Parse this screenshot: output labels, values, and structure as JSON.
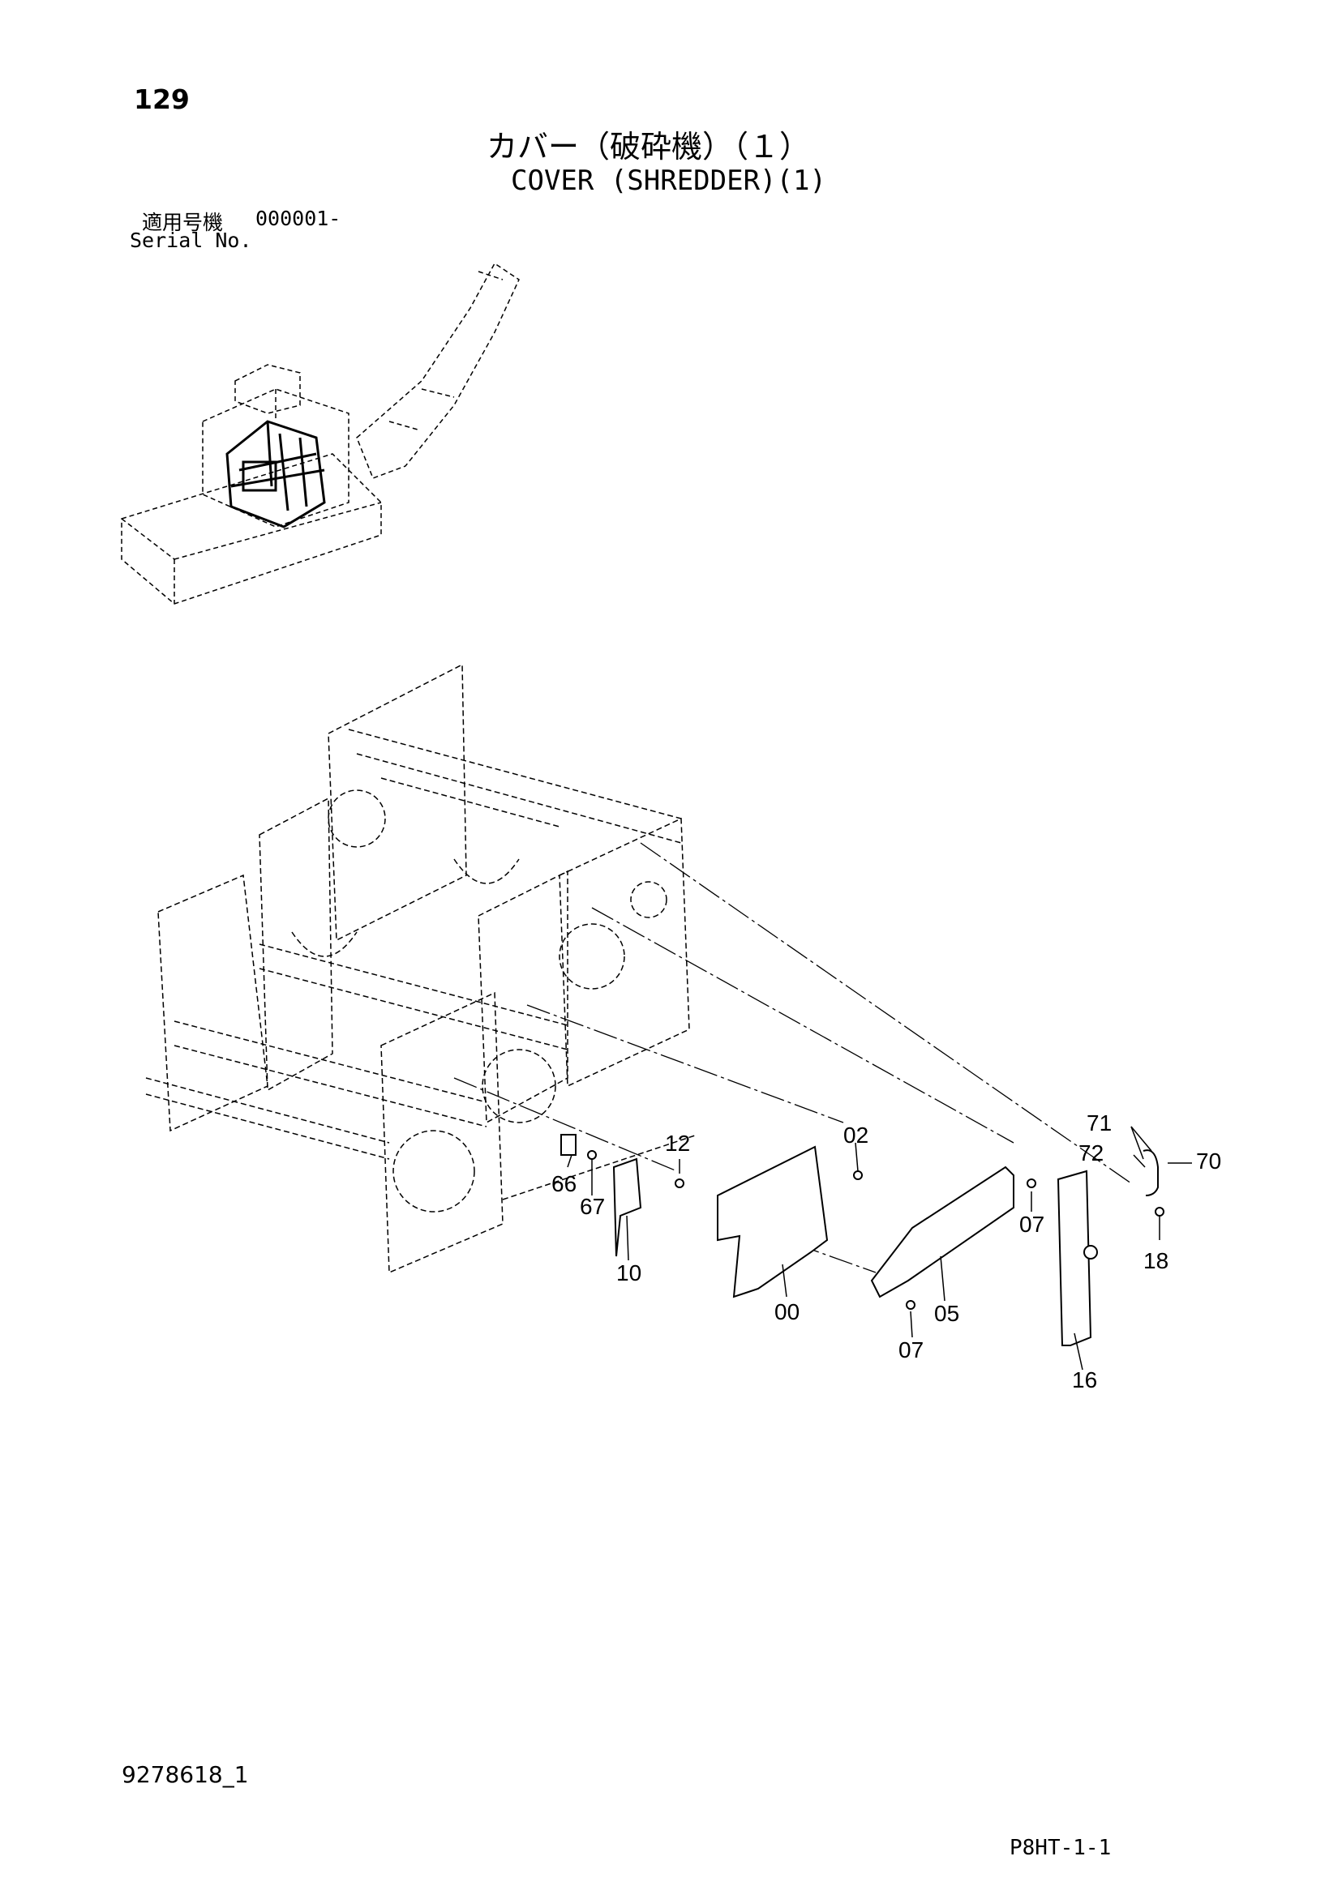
{
  "header": {
    "page_number": "129",
    "title_jp": "カバー（破砕機）（１）",
    "title_en": "COVER (SHREDDER)(1)",
    "serial_label_jp": "適用号機",
    "serial_value": "000001-",
    "serial_label_en": "Serial No."
  },
  "callouts": [
    "71",
    "02",
    "12",
    "72",
    "70",
    "66",
    "67",
    "07",
    "18",
    "10",
    "00",
    "05",
    "07",
    "16"
  ],
  "footer": {
    "drawing_number": "9278618_1",
    "page_code": "P8HT-1-1"
  }
}
